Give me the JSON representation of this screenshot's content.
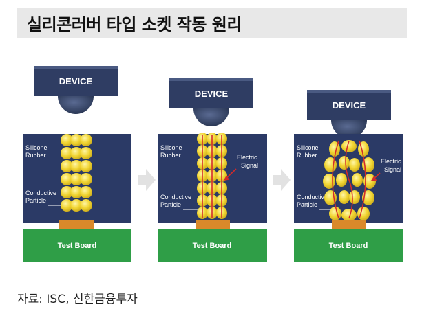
{
  "title": "실리콘러버 타입 소켓 작동 원리",
  "source": "자료: ISC, 신한금융투자",
  "panels": [
    {
      "stage": "resting",
      "device_label": "DEVICE",
      "rubber_label_line1": "Silicone",
      "rubber_label_line2": "Rubber",
      "particle_label_line1": "Conductive",
      "particle_label_line2": "Particle",
      "board_label": "Test Board"
    },
    {
      "stage": "contact",
      "device_label": "DEVICE",
      "rubber_label_line1": "Silicone",
      "rubber_label_line2": "Rubber",
      "particle_label_line1": "Conductive",
      "particle_label_line2": "Particle",
      "board_label": "Test Board",
      "signal_label_line1": "Electric",
      "signal_label_line2": "Signal"
    },
    {
      "stage": "compressed",
      "device_label": "DEVICE",
      "rubber_label_line1": "Silicone",
      "rubber_label_line2": "Rubber",
      "particle_label_line1": "Conductive",
      "particle_label_line2": "Particle",
      "board_label": "Test Board",
      "signal_label_line1": "Electric",
      "signal_label_line2": "Signal"
    }
  ],
  "colors": {
    "device": "#2f3d63",
    "rubber": "#2b3a66",
    "particle": "#f1d532",
    "pad": "#d9892a",
    "board": "#2f9e47",
    "signal": "#d42a2a",
    "arrow": "#e2e2e2"
  }
}
